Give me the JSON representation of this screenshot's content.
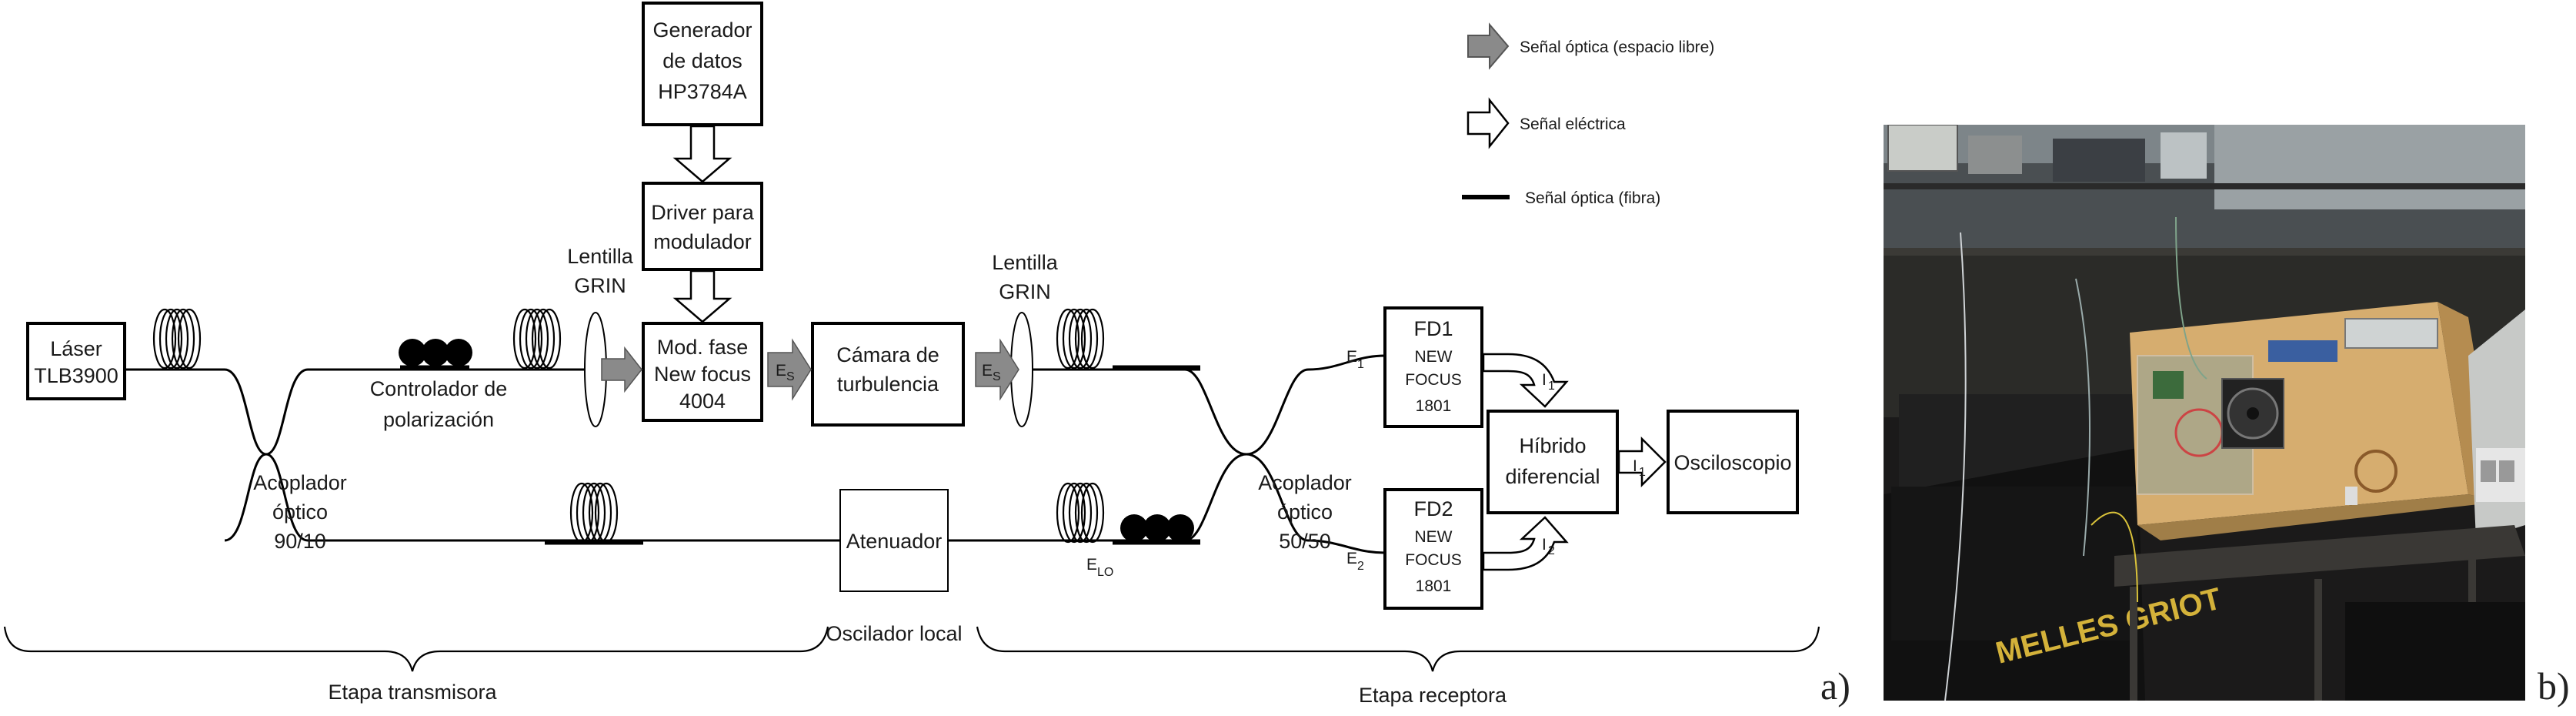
{
  "legend": {
    "free_space": "Señal óptica (espacio libre)",
    "electrical": "Señal eléctrica",
    "fiber": "Señal óptica (fibra)"
  },
  "blocks": {
    "laser": [
      "Láser",
      "TLB3900"
    ],
    "data_gen": [
      "Generador",
      "de datos",
      "HP3784A"
    ],
    "driver": [
      "Driver para",
      "modulador"
    ],
    "modulator": [
      "Mod. fase",
      "New focus",
      "4004"
    ],
    "turbulence": [
      "Cámara de",
      "turbulencia"
    ],
    "attenuator": "Atenuador",
    "fd1": [
      "FD1",
      "NEW",
      "FOCUS",
      "1801"
    ],
    "fd2": [
      "FD2",
      "NEW",
      "FOCUS",
      "1801"
    ],
    "hybrid": [
      "Híbrido",
      "diferencial"
    ],
    "scope": "Osciloscopio"
  },
  "labels": {
    "coupler_9010": [
      "Acoplador",
      "óptico",
      "90/10"
    ],
    "coupler_5050": [
      "Acoplador",
      "óptico",
      "50/50"
    ],
    "pol_controller": [
      "Controlador de",
      "polarización"
    ],
    "grin_left": [
      "Lentilla",
      "GRIN"
    ],
    "grin_right": [
      "Lentilla",
      "GRIN"
    ],
    "local_osc": "Oscilador local",
    "tx_stage": "Etapa transmisora",
    "rx_stage": "Etapa receptora",
    "es": "E",
    "es_sub": "S",
    "e1": "E",
    "e1_sub": "1",
    "e2": "E",
    "e2_sub": "2",
    "elo": "E",
    "elo_sub": "LO",
    "i1": "I",
    "i1_sub": "1",
    "i2": "I",
    "i2_sub": "2",
    "i1_out": "I",
    "i1_out_sub": "1"
  },
  "panels": {
    "a": "a)",
    "b": "b)"
  },
  "photo": {
    "sign": "MELLES GRIOT"
  },
  "colors": {
    "free_space_arrow": "#8a8a8a",
    "line": "#000000",
    "photo_bg": "#1b1a1a",
    "wood": "#d6ad6f"
  }
}
